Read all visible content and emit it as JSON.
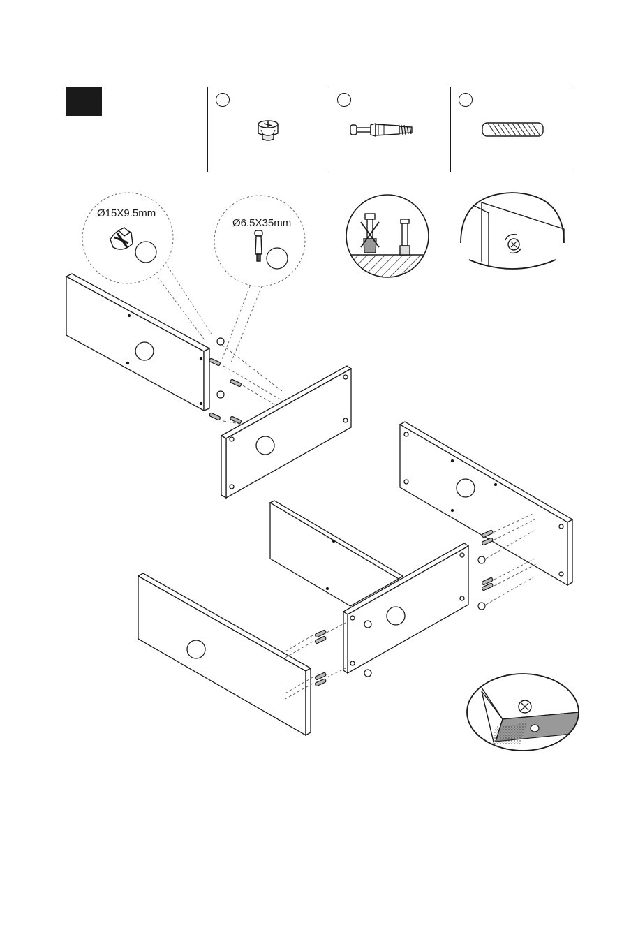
{
  "step": {
    "number": ""
  },
  "parts": [
    {
      "number": "",
      "name": "cam-lock-fitting"
    },
    {
      "number": "",
      "name": "cam-bolt"
    },
    {
      "number": "",
      "name": "wooden-dowel"
    }
  ],
  "callouts": {
    "cam_size": "Ø15X9.5mm",
    "bolt_size": "Ø6.5X35mm"
  },
  "panel_labels": [
    "",
    "",
    "",
    "",
    "",
    ""
  ]
}
